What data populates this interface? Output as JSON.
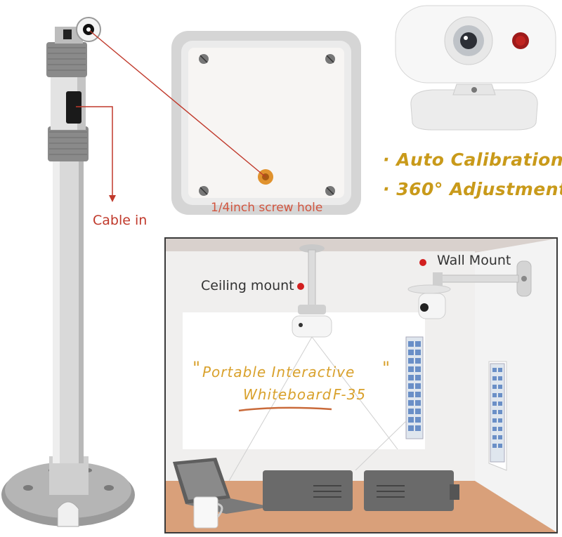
{
  "callouts": {
    "cable_in": "Cable in",
    "screw_hole": "1/4inch screw hole",
    "ceiling_mount": "Ceiling mount",
    "wall_mount": "Wall Mount"
  },
  "features": [
    "· Auto Calibration",
    "· 360° Adjustment"
  ],
  "whiteboard": {
    "quote_open": "\"",
    "line1": "Portable Interactive",
    "quote_close": "\"",
    "line2": "Whiteboard",
    "model": "F-35"
  },
  "colors": {
    "accent_red": "#c0392b",
    "feature_gold": "#c99a1a",
    "handwriting_gold": "#d9a12c",
    "pole_gray": "#dcdcdc",
    "floor": "#d9a07a"
  }
}
